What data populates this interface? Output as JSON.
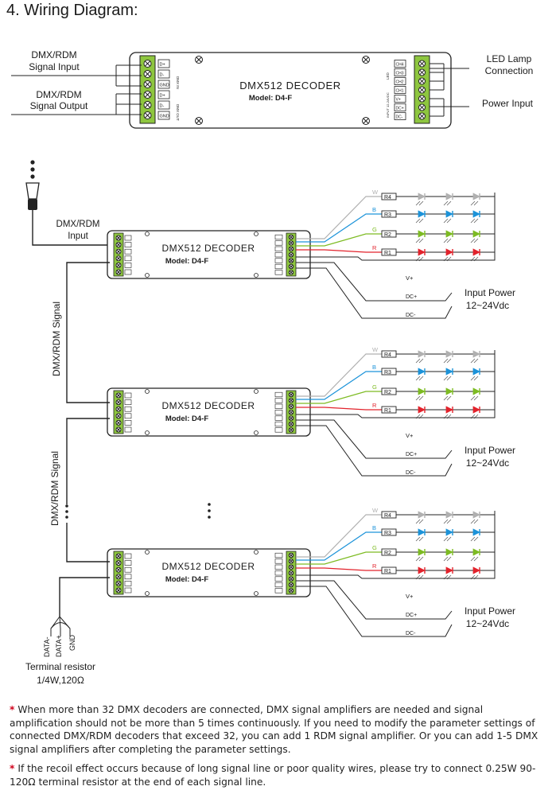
{
  "heading": "4. Wiring Diagram:",
  "top_diagram": {
    "left_labels": [
      [
        "DMX/RDM",
        "Signal Input"
      ],
      [
        "DMX/RDM",
        "Signal Output"
      ]
    ],
    "right_labels": [
      [
        "LED Lamp",
        "Connection"
      ],
      [
        "Power Input"
      ]
    ],
    "left_pins": [
      "D+",
      "D-",
      "GND",
      "D+",
      "D-",
      "GND"
    ],
    "left_group_labels": [
      "DMX IN",
      "DMX OUT"
    ],
    "right_pins": [
      "CH4",
      "CH3",
      "CH2",
      "CH1",
      "V+",
      "DC+",
      "DC-"
    ],
    "right_group_labels": [
      "LED",
      "INPUT 12-24VDC"
    ]
  },
  "decoder": {
    "title": "DMX512 DECODER",
    "model": "Model: D4-F"
  },
  "channels": [
    {
      "label": "W",
      "resistor": "R4",
      "color": "#b0b0b0"
    },
    {
      "label": "B",
      "resistor": "R3",
      "color": "#1c93d9"
    },
    {
      "label": "G",
      "resistor": "R2",
      "color": "#7dbb22"
    },
    {
      "label": "R",
      "resistor": "R1",
      "color": "#e2232c"
    }
  ],
  "power_labels": {
    "vplus": "V+",
    "dcplus": "DC+",
    "dcminus": "DC-",
    "input": [
      "Input Power",
      "12~24Vdc"
    ]
  },
  "chain_labels": {
    "input": [
      "DMX/RDM",
      "Input"
    ],
    "signal": "DMX/RDM Signal"
  },
  "terminal": {
    "wires": [
      "DATA-",
      "DATA+",
      "GND"
    ],
    "caption": [
      "Terminal resistor",
      "1/4W,120Ω"
    ]
  },
  "notes": [
    {
      "marker": "*",
      "text": "When more than 32 DMX decoders are connected, DMX signal amplifiers are needed and signal amplification should not be more than 5 times continuously. If you need to modify the parameter settings of connected DMX/RDM decoders that exceed 32, you can add 1 RDM signal amplifier. Or you can add 1-5 DMX signal amplifiers after completing the parameter settings."
    },
    {
      "marker": "*",
      "text": "If the recoil effect occurs because of long signal line or poor quality wires, please try to connect 0.25W 90-120Ω terminal resistor at the end of each signal line."
    }
  ],
  "colors": {
    "terminal_green": "#8ec63f",
    "line": "#222222",
    "note_marker": "#d0021b"
  }
}
